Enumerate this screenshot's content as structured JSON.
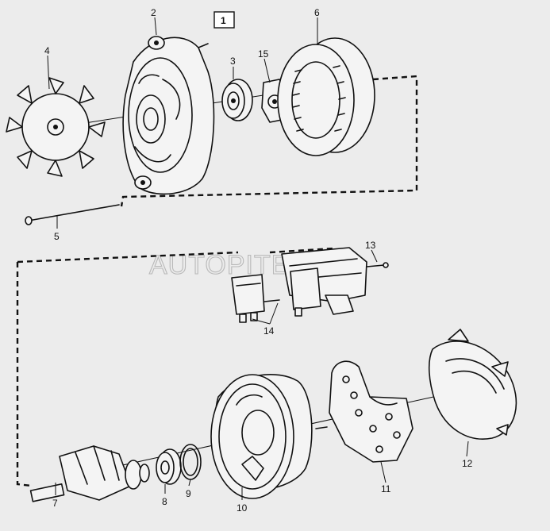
{
  "diagram": {
    "group_label": "1",
    "watermark": "AUTOPITER.RU",
    "callouts": [
      {
        "id": "c2",
        "text": "2"
      },
      {
        "id": "c3",
        "text": "3"
      },
      {
        "id": "c4",
        "text": "4"
      },
      {
        "id": "c5",
        "text": "5"
      },
      {
        "id": "c6",
        "text": "6"
      },
      {
        "id": "c7",
        "text": "7"
      },
      {
        "id": "c8",
        "text": "8"
      },
      {
        "id": "c9",
        "text": "9"
      },
      {
        "id": "c10",
        "text": "10"
      },
      {
        "id": "c11",
        "text": "11"
      },
      {
        "id": "c12",
        "text": "12"
      },
      {
        "id": "c13",
        "text": "13"
      },
      {
        "id": "c14",
        "text": "14"
      },
      {
        "id": "c15",
        "text": "15"
      }
    ]
  }
}
